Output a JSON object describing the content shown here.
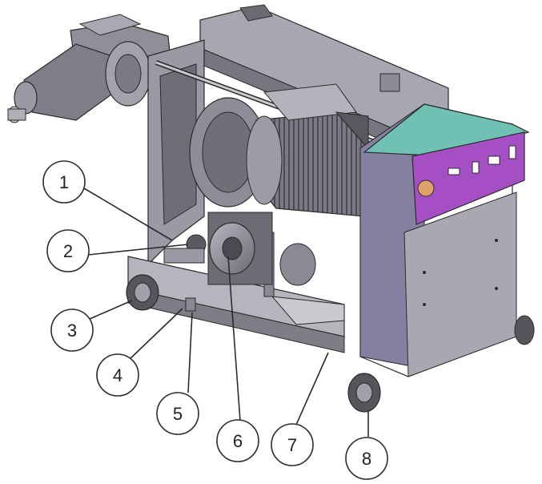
{
  "diagram": {
    "callouts": [
      {
        "label": "1"
      },
      {
        "label": "2"
      },
      {
        "label": "3"
      },
      {
        "label": "4"
      },
      {
        "label": "5"
      },
      {
        "label": "6"
      },
      {
        "label": "7"
      },
      {
        "label": "8"
      }
    ],
    "colors": {
      "body_gray": "#8f8f9a",
      "dark_gray": "#5d5d66",
      "light_gray": "#c4c4cc",
      "panel_purple": "#a64fc4",
      "panel_teal": "#6fc1b4",
      "cabinet_lavender": "#9c98b6",
      "outline": "#2b2b2b"
    }
  }
}
